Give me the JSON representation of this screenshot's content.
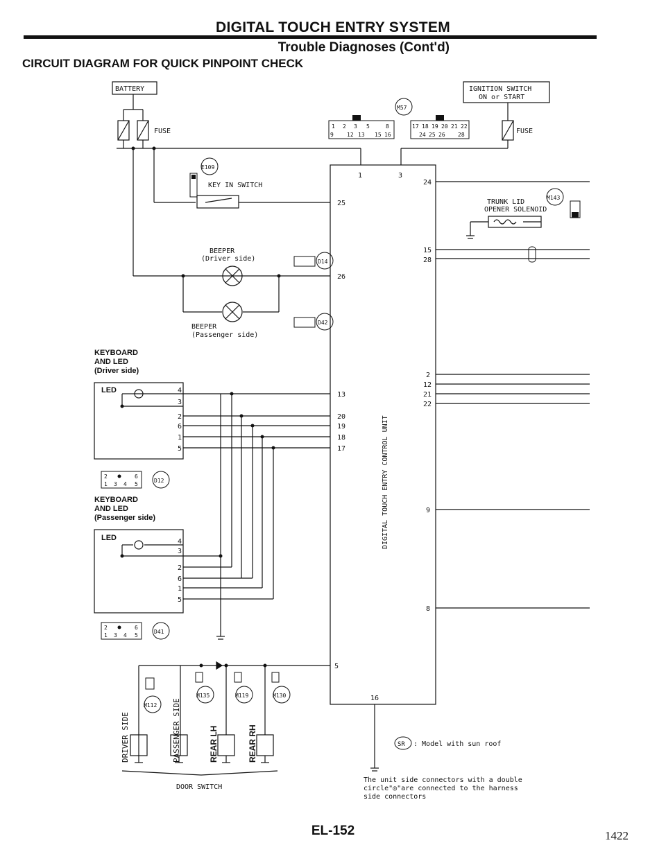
{
  "header": {
    "title": "DIGITAL TOUCH ENTRY SYSTEM",
    "subtitle": "Trouble Diagnoses (Cont'd)"
  },
  "section_title": "CIRCUIT DIAGRAM FOR QUICK PINPOINT CHECK",
  "labels": {
    "battery": "BATTERY",
    "fuse": "FUSE",
    "ignition_1": "IGNITION SWITCH",
    "ignition_2": "ON or START",
    "m57": "M57",
    "e109": "E109",
    "key_in_switch": "KEY IN SWITCH",
    "trunk_1": "TRUNK LID",
    "trunk_2": "OPENER SOLENOID",
    "m143": "M143",
    "beeper": "BEEPER",
    "beeper_driver": "(Driver side)",
    "beeper_passenger": "(Passenger side)",
    "d14": "D14",
    "d42": "D42",
    "kb_driver_1": "KEYBOARD",
    "kb_driver_2": "AND LED",
    "kb_driver_3": "(Driver side)",
    "kb_pass_1": "KEYBOARD",
    "kb_pass_2": "AND LED",
    "kb_pass_3": "(Passenger side)",
    "led": "LED",
    "d12": "D12",
    "d41": "D41",
    "unit": "DIGITAL TOUCH ENTRY CONTROL UNIT",
    "m112": "M112",
    "m135": "M135",
    "m119": "M119",
    "m130": "M130",
    "driver_side": "DRIVER SIDE",
    "passenger_side": "PASSENGER SIDE",
    "rear_lh": "REAR LH",
    "rear_rh": "REAR RH",
    "door_switch": "DOOR SWITCH",
    "sr": "SR",
    "sr_note": ": Model with sun roof",
    "note_1": "The unit side connectors with a double",
    "note_2": "circle\"◎\"are connected to the harness",
    "note_3": "side connectors"
  },
  "unit_pins": {
    "p1": "1",
    "p3": "3",
    "p24": "24",
    "p25": "25",
    "p15": "15",
    "p28": "28",
    "p26": "26",
    "p2": "2",
    "p12": "12",
    "p21": "21",
    "p22": "22",
    "p13": "13",
    "p20": "20",
    "p19": "19",
    "p18": "18",
    "p17": "17",
    "p9": "9",
    "p8": "8",
    "p5": "5",
    "p16": "16"
  },
  "kb_pins": {
    "a": "4",
    "b": "3",
    "c": "2",
    "d": "6",
    "e": "1",
    "f": "5"
  },
  "conn_m57_top": [
    "1",
    "2",
    "3",
    "5",
    "8"
  ],
  "conn_m57_bot": [
    "9",
    "12",
    "13",
    "15",
    "16"
  ],
  "conn_m57b_top": [
    "17",
    "18",
    "19",
    "20",
    "21",
    "22"
  ],
  "conn_m57b_bot": [
    "24",
    "25",
    "26",
    "28"
  ],
  "conn_kb": [
    "2",
    "6",
    "1",
    "3",
    "4",
    "5"
  ],
  "footer": {
    "code": "EL-152",
    "page": "1422"
  }
}
